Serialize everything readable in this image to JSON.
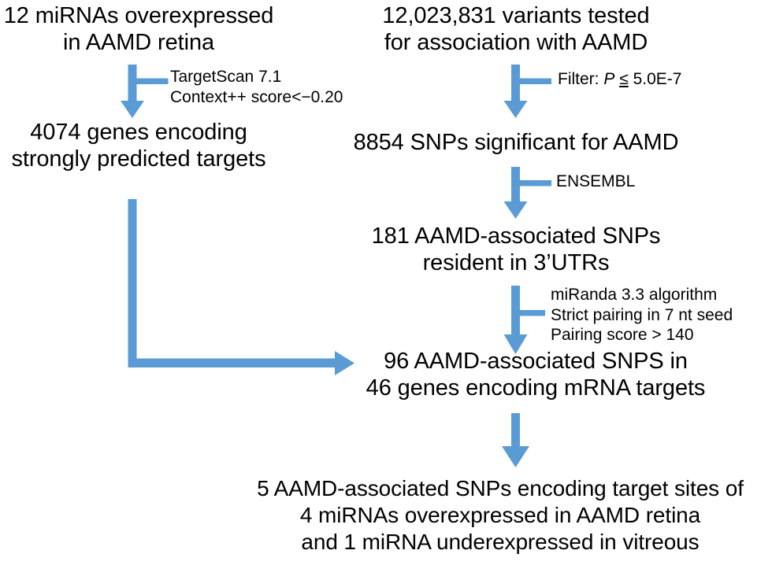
{
  "diagram": {
    "title": "AAMD miRNA target SNP filtering workflow",
    "accent_color": "#5B9BD5",
    "text_color": "#000000",
    "background": "#FFFFFF"
  },
  "nodes": {
    "mirnas_overexpressed": {
      "line1": "12 miRNAs overexpressed",
      "line2": "in AAMD retina"
    },
    "variants_tested": {
      "line1": "12,023,831 variants tested",
      "line2": "for association with AAMD"
    },
    "genes_encoding_targets": {
      "line1": "4074 genes encoding",
      "line2": "strongly predicted targets"
    },
    "snps_significant": {
      "line1": "8854 SNPs significant for AAMD"
    },
    "snps_in_utrs": {
      "line1": "181 AAMD-associated SNPs",
      "line2": "resident in 3’UTRs"
    },
    "snps_in_genes": {
      "line1": "96 AAMD-associated SNPS in",
      "line2": "46 genes encoding mRNA targets"
    },
    "final_result": {
      "line1": "5 AAMD-associated SNPs encoding target sites of",
      "line2": "4 miRNAs overexpressed in AAMD retina",
      "line3": "and 1 miRNA underexpressed in vitreous"
    }
  },
  "annotations": {
    "targetscan": {
      "line1": "TargetScan 7.1",
      "line2": "Context++ score<−0.20"
    },
    "pvalue_filter": {
      "prefix": "Filter: ",
      "symbol_p": "P",
      "symbol_le": "≤",
      "value": " 5.0E-7"
    },
    "ensembl": {
      "line1": "ENSEMBL"
    },
    "miranda": {
      "line1": "miRanda 3.3 algorithm",
      "line2": "Strict pairing in 7 nt seed",
      "line3": "Pairing score > 140"
    }
  },
  "edges": [
    {
      "name": "mirnas-to-genes",
      "type": "arrow-down",
      "label": "targetscan"
    },
    {
      "name": "variants-to-significant",
      "type": "arrow-down",
      "label": "pvalue_filter"
    },
    {
      "name": "significant-to-utrs",
      "type": "arrow-down",
      "label": "ensembl"
    },
    {
      "name": "utrs-to-snps-in-genes",
      "type": "arrow-down",
      "label": "miranda"
    },
    {
      "name": "genes-to-snps-in-genes",
      "type": "elbow-arrow-right",
      "label": ""
    },
    {
      "name": "snps-in-genes-to-final",
      "type": "arrow-down",
      "label": ""
    }
  ]
}
